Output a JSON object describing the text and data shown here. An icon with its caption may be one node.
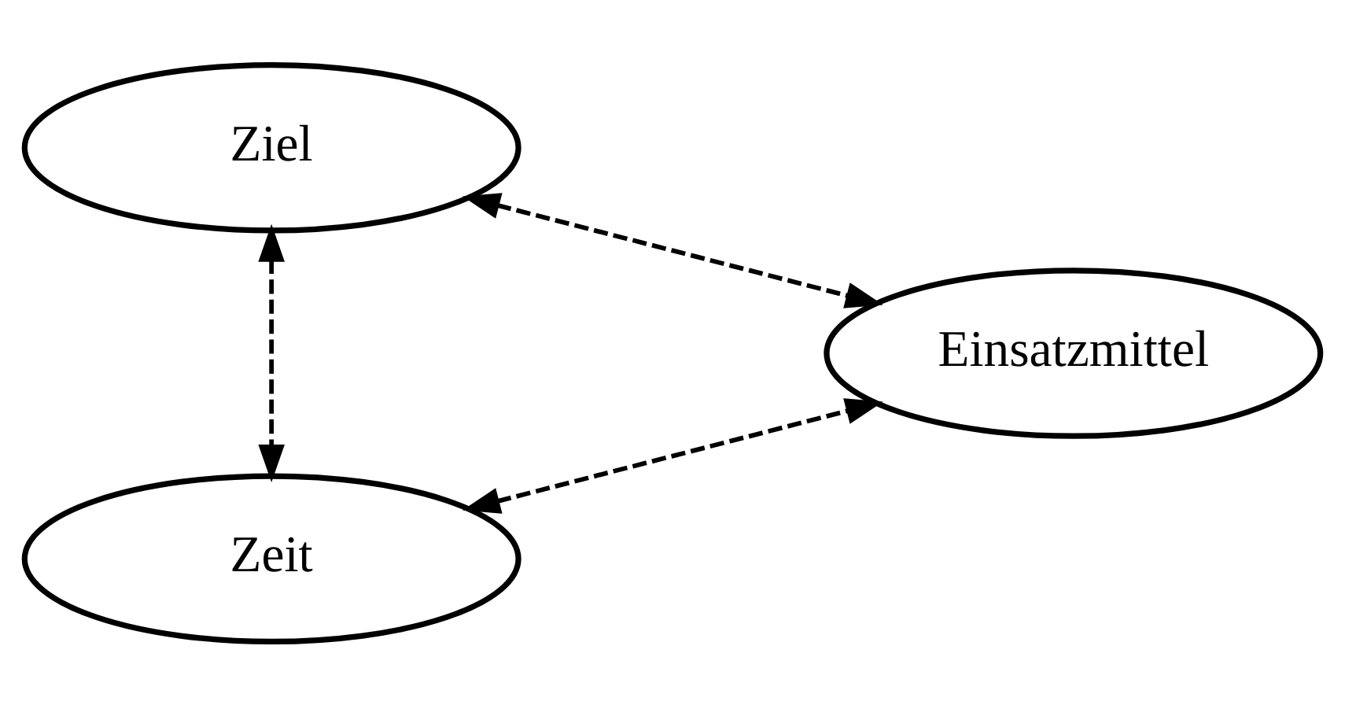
{
  "diagram": {
    "nodes": [
      {
        "text": [
          "Ziel"
        ]
      },
      {
        "text": [
          "Einsatzmittel"
        ]
      },
      {
        "text": [
          "Zeit"
        ]
      }
    ],
    "edges": [
      {
        "from": 0,
        "to": 1,
        "arrow": "both",
        "style": "dashed"
      },
      {
        "from": 0,
        "to": 2,
        "arrow": "both",
        "style": "dashed"
      },
      {
        "from": 2,
        "to": 1,
        "arrow": "both",
        "style": "dashed"
      }
    ]
  }
}
